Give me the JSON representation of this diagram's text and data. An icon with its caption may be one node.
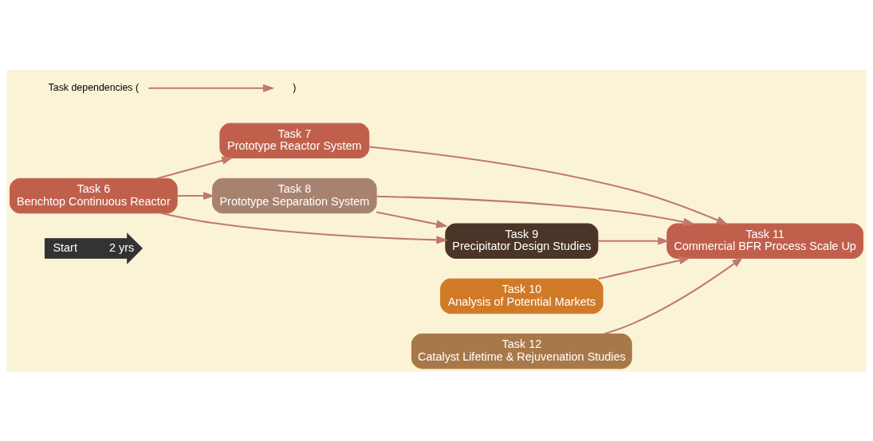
{
  "diagram": {
    "nodes": [
      {
        "text": [
          "Start",
          "2 yrs"
        ]
      },
      {
        "text": [
          "Task 6",
          "Benchtop Continuous Reactor"
        ]
      },
      {
        "text": [
          "Task 7",
          "Prototype Reactor System"
        ]
      },
      {
        "text": [
          "Task 11",
          "Commercial BFR Process Scale Up"
        ]
      },
      {
        "text": [
          "Task 8",
          "Prototype Separation System"
        ]
      },
      {
        "text": [
          "Task 9",
          "Precipitator Design Studies"
        ]
      },
      {
        "text": [
          "Task 10",
          "Analysis of Potential Markets"
        ]
      },
      {
        "text": [
          "Task 12",
          "Catalyst Lifetime & Rejuvenation Studies"
        ]
      }
    ],
    "edges": [
      {
        "from": 1,
        "to": 2,
        "arrow": "to"
      },
      {
        "from": 2,
        "to": 3,
        "arrow": "to"
      },
      {
        "from": 1,
        "to": 4,
        "arrow": "to"
      },
      {
        "from": 1,
        "to": 5,
        "arrow": "to"
      },
      {
        "from": 4,
        "to": 3,
        "arrow": "to"
      },
      {
        "from": 4,
        "to": 5,
        "arrow": "to"
      },
      {
        "from": 5,
        "to": 3,
        "arrow": "to"
      },
      {
        "from": 6,
        "to": 3,
        "arrow": "to"
      },
      {
        "from": 7,
        "to": 3,
        "arrow": "to"
      }
    ],
    "labels": [
      ")"
    ],
    "legend": [
      {
        "text": "Task dependencies ("
      }
    ]
  }
}
